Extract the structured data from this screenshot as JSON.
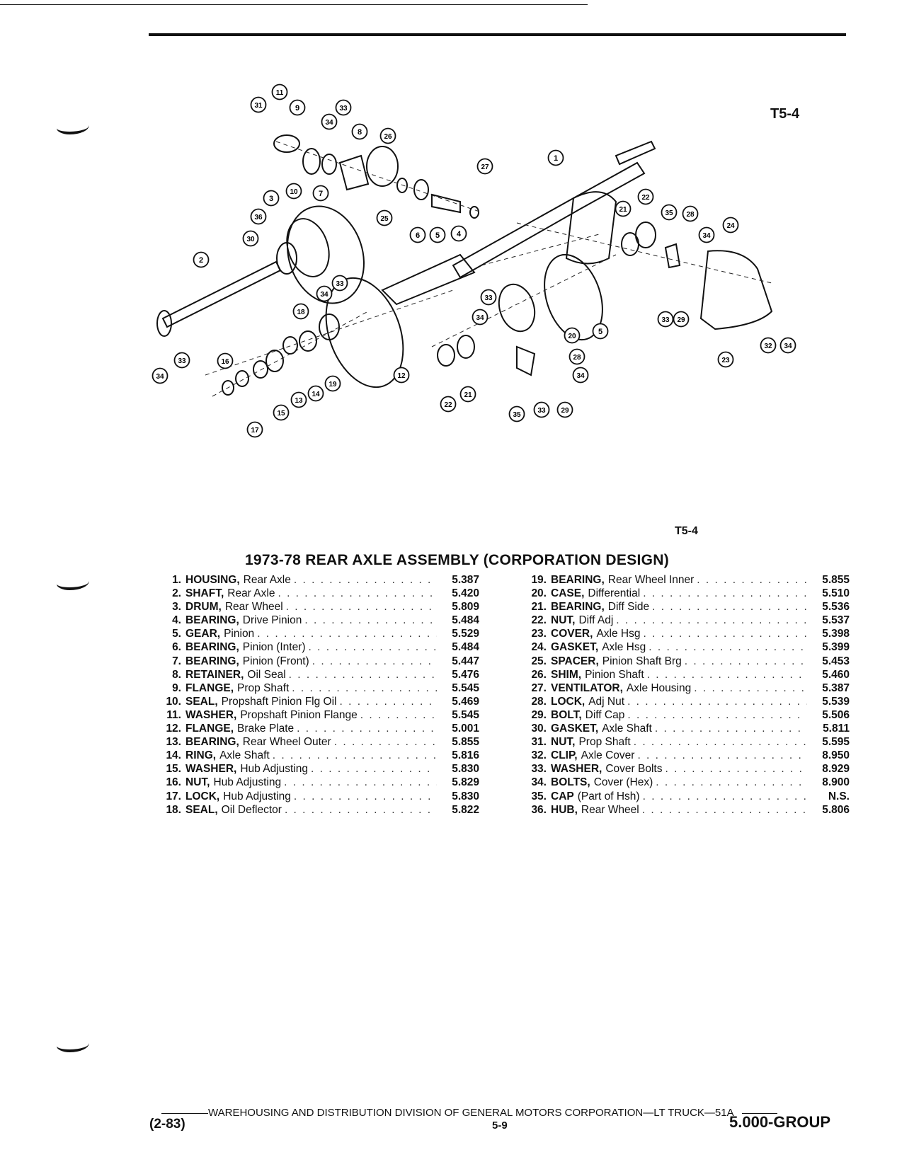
{
  "figure_ref": "T5-4",
  "title": "1973-78 REAR AXLE ASSEMBLY (CORPORATION DESIGN)",
  "callouts": [
    "1",
    "2",
    "3",
    "4",
    "5",
    "6",
    "7",
    "8",
    "9",
    "10",
    "11",
    "12",
    "13",
    "14",
    "15",
    "16",
    "17",
    "18",
    "19",
    "20",
    "21",
    "22",
    "23",
    "24",
    "25",
    "26",
    "27",
    "28",
    "29",
    "30",
    "31",
    "32",
    "33",
    "34",
    "35",
    "36"
  ],
  "parts_left": [
    {
      "num": "1.",
      "name": "HOUSING,",
      "desc": "Rear Axle",
      "code": "5.387"
    },
    {
      "num": "2.",
      "name": "SHAFT,",
      "desc": "Rear Axle",
      "code": "5.420"
    },
    {
      "num": "3.",
      "name": "DRUM,",
      "desc": "Rear Wheel",
      "code": "5.809"
    },
    {
      "num": "4.",
      "name": "BEARING,",
      "desc": "Drive Pinion",
      "code": "5.484"
    },
    {
      "num": "5.",
      "name": "GEAR,",
      "desc": "Pinion",
      "code": "5.529"
    },
    {
      "num": "6.",
      "name": "BEARING,",
      "desc": "Pinion (Inter)",
      "code": "5.484"
    },
    {
      "num": "7.",
      "name": "BEARING,",
      "desc": "Pinion (Front)",
      "code": "5.447"
    },
    {
      "num": "8.",
      "name": "RETAINER,",
      "desc": "Oil Seal",
      "code": "5.476"
    },
    {
      "num": "9.",
      "name": "FLANGE,",
      "desc": "Prop Shaft",
      "code": "5.545"
    },
    {
      "num": "10.",
      "name": "SEAL,",
      "desc": "Propshaft Pinion Flg Oil",
      "code": "5.469"
    },
    {
      "num": "11.",
      "name": "WASHER,",
      "desc": "Propshaft Pinion Flange",
      "code": "5.545"
    },
    {
      "num": "12.",
      "name": "FLANGE,",
      "desc": "Brake Plate",
      "code": "5.001"
    },
    {
      "num": "13.",
      "name": "BEARING,",
      "desc": "Rear Wheel Outer",
      "code": "5.855"
    },
    {
      "num": "14.",
      "name": "RING,",
      "desc": "Axle Shaft",
      "code": "5.816"
    },
    {
      "num": "15.",
      "name": "WASHER,",
      "desc": "Hub Adjusting",
      "code": "5.830"
    },
    {
      "num": "16.",
      "name": "NUT,",
      "desc": "Hub Adjusting",
      "code": "5.829"
    },
    {
      "num": "17.",
      "name": "LOCK,",
      "desc": "Hub Adjusting",
      "code": "5.830"
    },
    {
      "num": "18.",
      "name": "SEAL,",
      "desc": "Oil Deflector",
      "code": "5.822"
    }
  ],
  "parts_right": [
    {
      "num": "19.",
      "name": "BEARING,",
      "desc": "Rear Wheel Inner",
      "code": "5.855"
    },
    {
      "num": "20.",
      "name": "CASE,",
      "desc": "Differential",
      "code": "5.510"
    },
    {
      "num": "21.",
      "name": "BEARING,",
      "desc": "Diff Side",
      "code": "5.536"
    },
    {
      "num": "22.",
      "name": "NUT,",
      "desc": "Diff Adj",
      "code": "5.537"
    },
    {
      "num": "23.",
      "name": "COVER,",
      "desc": "Axle Hsg",
      "code": "5.398"
    },
    {
      "num": "24.",
      "name": "GASKET,",
      "desc": "Axle Hsg",
      "code": "5.399"
    },
    {
      "num": "25.",
      "name": "SPACER,",
      "desc": "Pinion Shaft Brg",
      "code": "5.453"
    },
    {
      "num": "26.",
      "name": "SHIM,",
      "desc": "Pinion Shaft",
      "code": "5.460"
    },
    {
      "num": "27.",
      "name": "VENTILATOR,",
      "desc": "Axle Housing",
      "code": "5.387"
    },
    {
      "num": "28.",
      "name": "LOCK,",
      "desc": "Adj Nut",
      "code": "5.539"
    },
    {
      "num": "29.",
      "name": "BOLT,",
      "desc": "Diff Cap",
      "code": "5.506"
    },
    {
      "num": "30.",
      "name": "GASKET,",
      "desc": "Axle Shaft",
      "code": "5.811"
    },
    {
      "num": "31.",
      "name": "NUT,",
      "desc": "Prop Shaft",
      "code": "5.595"
    },
    {
      "num": "32.",
      "name": "CLIP,",
      "desc": "Axle Cover",
      "code": "8.950"
    },
    {
      "num": "33.",
      "name": "WASHER,",
      "desc": "Cover Bolts",
      "code": "8.929"
    },
    {
      "num": "34.",
      "name": "BOLTS,",
      "desc": "Cover (Hex)",
      "code": "8.900"
    },
    {
      "num": "35.",
      "name": "CAP",
      "desc": "(Part of Hsh)",
      "code": "N.S."
    },
    {
      "num": "36.",
      "name": "HUB,",
      "desc": "Rear Wheel",
      "code": "5.806"
    }
  ],
  "footer": {
    "publisher_line": "WAREHOUSING AND DISTRIBUTION  DIVISION OF GENERAL MOTORS CORPORATION—LT TRUCK—51A",
    "date_code": "(2-83)",
    "page_number": "5-9",
    "group": "5.000-GROUP"
  }
}
